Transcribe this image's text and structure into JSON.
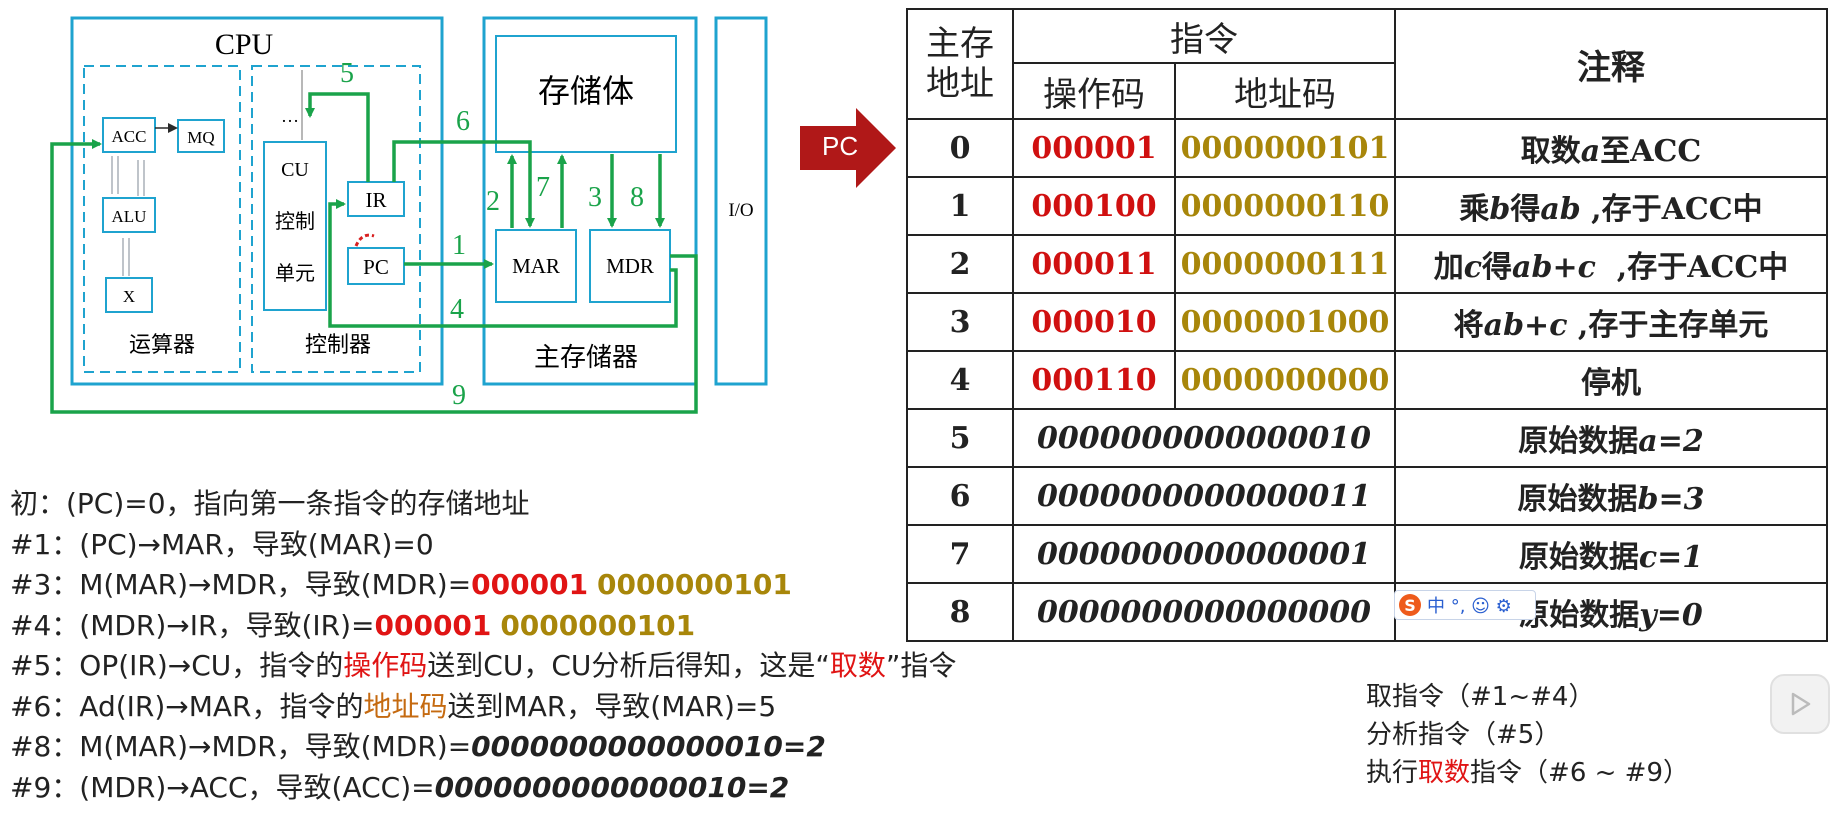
{
  "colors": {
    "diagram_frame": "#1fa3cf",
    "path_arrow": "#1aa34a",
    "opcode": "#d01010",
    "address_code": "#a8860a",
    "pc_arrow": "#b01818"
  },
  "diagram": {
    "cpu_label": "CPU",
    "acc": "ACC",
    "mq": "MQ",
    "alu": "ALU",
    "x": "X",
    "cu_label": "CU",
    "cu_sub1": "控制",
    "cu_sub2": "单元",
    "cu_dots": "…",
    "ir": "IR",
    "pc": "PC",
    "arithmetic_unit": "运算器",
    "control_unit": "控制器",
    "storage": "存储体",
    "mar": "MAR",
    "mdr": "MDR",
    "main_memory": "主存储器",
    "io": "I/O",
    "path_numbers": [
      "1",
      "2",
      "3",
      "4",
      "5",
      "6",
      "7",
      "8",
      "9"
    ]
  },
  "pc_arrow_label": "PC",
  "table": {
    "header": {
      "address": "主存\n地址",
      "instruction": "指令",
      "opcode": "操作码",
      "address_code": "地址码",
      "note": "注释"
    },
    "instruction_rows": [
      {
        "addr": "0",
        "op": "000001",
        "ad": "0000000101",
        "note_pre": "取数",
        "note_var": "a",
        "note_post": "至ACC"
      },
      {
        "addr": "1",
        "op": "000100",
        "ad": "0000000110",
        "note_pre": "乘",
        "note_var": "b",
        "note_post": "得",
        "note_var2": "ab",
        "note_post2": " ,存于ACC中"
      },
      {
        "addr": "2",
        "op": "000011",
        "ad": "0000000111",
        "note_pre": "加",
        "note_var": "c",
        "note_post": "得",
        "note_var2": "ab+c",
        "note_post2": "  ,存于ACC中"
      },
      {
        "addr": "3",
        "op": "000010",
        "ad": "0000001000",
        "note_pre": "将",
        "note_var": "ab+c",
        "note_post": " ,存于主存单元"
      },
      {
        "addr": "4",
        "op": "000110",
        "ad": "0000000000",
        "note_pre": "停机"
      }
    ],
    "data_rows": [
      {
        "addr": "5",
        "value": "0000000000000010",
        "note_pre": "原始数据",
        "note_var": "a=2"
      },
      {
        "addr": "6",
        "value": "0000000000000011",
        "note_pre": "原始数据",
        "note_var": "b=3"
      },
      {
        "addr": "7",
        "value": "0000000000000001",
        "note_pre": "原始数据",
        "note_var": "c=1"
      },
      {
        "addr": "8",
        "value": "0000000000000000",
        "note_pre": "原始数据",
        "note_var": "y=0"
      }
    ]
  },
  "steps": {
    "s0": "初：(PC)=0，指向第一条指令的存储地址",
    "s1": "#1：(PC)→MAR，导致(MAR)=0",
    "s3_pre": "#3：M(MAR)→MDR，导致(MDR)=",
    "s3_op": "000001",
    "s3_ad": "0000000101",
    "s4_pre": "#4：(MDR)→IR，导致(IR)=",
    "s4_op": "000001",
    "s4_ad": "0000000101",
    "s5_a": "#5：OP(IR)→CU，指令的",
    "s5_b": "操作码",
    "s5_c": "送到CU，CU分析后得知，这是“",
    "s5_d": "取数",
    "s5_e": "”指令",
    "s6_a": "#6：Ad(IR)→MAR，指令的",
    "s6_b": "地址码",
    "s6_c": "送到MAR，导致(MAR)=5",
    "s8_pre": "#8：M(MAR)→MDR，导致(MDR)=",
    "s8_val": "0000000000000010=2",
    "s9_pre": "#9：(MDR)→ACC，导致(ACC)=",
    "s9_val": "0000000000000010=2"
  },
  "phases": {
    "fetch": "取指令（#1~#4）",
    "analyze": "分析指令（#5）",
    "exec_pre": "执行",
    "exec_red": "取数",
    "exec_post": "指令（#6 ~ #9）"
  },
  "ime": {
    "logo": "S",
    "text": "中 °, ☺ ⚙"
  }
}
